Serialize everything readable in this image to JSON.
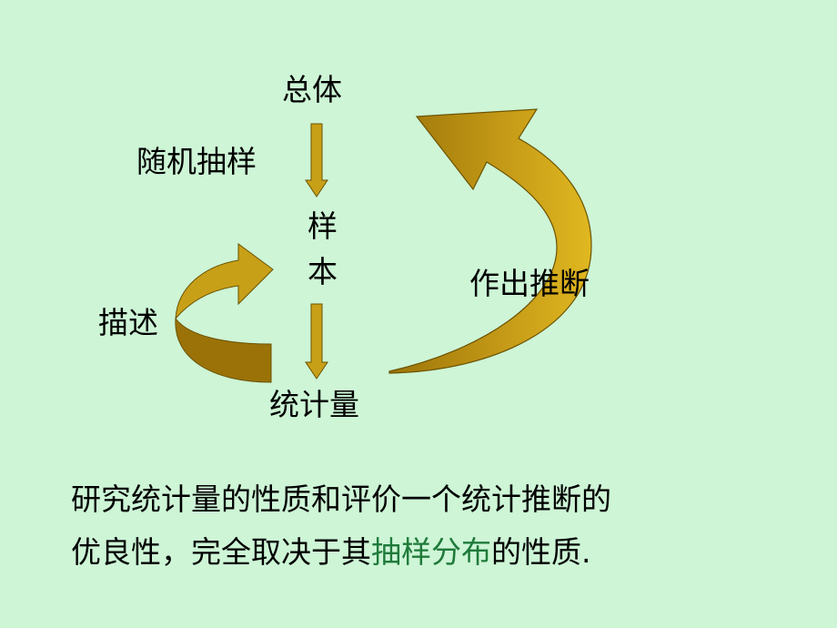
{
  "diagram": {
    "population": "总体",
    "random_sampling": "随机抽样",
    "sample_line1": "样",
    "sample_line2": "本",
    "statistic": "统计量",
    "describe": "描述",
    "inference": "作出推断"
  },
  "caption": {
    "line1": "研究统计量的性质和评价一个统计推断的",
    "line2_before": "优良性，完全取决于其",
    "line2_highlight": "抽样分布",
    "line2_after": "的性质."
  },
  "colors": {
    "background": "#cdf5d6",
    "arrow_fill": "#c8a018",
    "arrow_dark": "#9a7208",
    "highlight": "#1f7a3a"
  }
}
